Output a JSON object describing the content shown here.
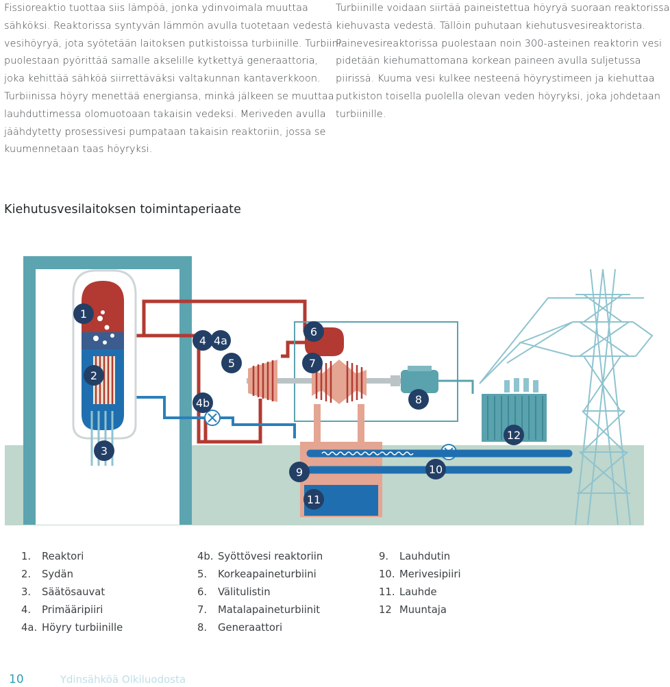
{
  "text": {
    "left_column": [
      "Fissioreaktio tuottaa siis lämpöä, jonka ydinvoimala muuttaa",
      "sähköksi. Reaktorissa syntyvän lämmön avulla tuotetaan vedestä",
      "vesihöyryä, jota syötetään laitoksen putkistoissa turbiinille. Turbiini",
      "puolestaan pyörittää samalle akselille kytkettyä generaattoria,",
      "joka kehittää sähköä siirrettäväksi valtakunnan kantaverkkoon.",
      "Turbiinissa höyry menettää energiansa, minkä jälkeen se muuttaa",
      "lauhduttimessa olomuotoaan takaisin vedeksi. Meriveden avulla",
      "jäähdytetty prosessivesi pumpataan takaisin reaktoriin, jossa se",
      "kuumennetaan taas höyryksi."
    ],
    "right_column": [
      "Turbiinille voidaan siirtää paineistettua höyryä suoraan reaktorissa",
      "kiehuvasta vedestä. Tällöin puhutaan kiehutusvesireaktorista.",
      "Painevesireaktorissa puolestaan noin 300-asteinen reaktorin vesi",
      "pidetään kiehumattomana korkean paineen avulla suljetussa",
      "piirissä. Kuuma vesi kulkee nesteenä höyrystimeen ja kiehuttaa",
      "putkiston toisella puolella olevan veden höyryksi, joka johdetaan",
      "turbiinille."
    ]
  },
  "diagram": {
    "title": "Kiehutusvesilaitoksen toimintaperiaate",
    "badges": [
      "1",
      "2",
      "3",
      "4",
      "4a",
      "4b",
      "5",
      "6",
      "7",
      "8",
      "9",
      "10",
      "11",
      "12"
    ],
    "colors": {
      "containment": "#5ba4b0",
      "steam_red": "#b23a32",
      "water_blue": "#1f6fb0",
      "ground": "#bfd7cc",
      "condensate_pink": "#e4a592",
      "generator_teal": "#5aa2ad",
      "badge_navy": "#233f66",
      "pylon": "#8ec3cf"
    }
  },
  "legend": [
    [
      {
        "num": "1.",
        "label": "Reaktori"
      },
      {
        "num": "2.",
        "label": "Sydän"
      },
      {
        "num": "3.",
        "label": "Säätösauvat"
      },
      {
        "num": "4.",
        "label": "Primääripiiri"
      },
      {
        "num": "4a.",
        "label": "Höyry turbiinille"
      }
    ],
    [
      {
        "num": "4b.",
        "label": "Syöttövesi reaktoriin"
      },
      {
        "num": "5.",
        "label": "Korkeapaineturbiini"
      },
      {
        "num": "6.",
        "label": "Välitulistin"
      },
      {
        "num": "7.",
        "label": "Matalapaineturbiinit"
      },
      {
        "num": "8.",
        "label": "Generaattori"
      }
    ],
    [
      {
        "num": "9.",
        "label": "Lauhdutin"
      },
      {
        "num": "10.",
        "label": "Merivesipiiri"
      },
      {
        "num": "11.",
        "label": "Lauhde"
      },
      {
        "num": "12",
        "label": "Muuntaja"
      }
    ]
  ],
  "footer": {
    "page_number": "10",
    "publication": "Ydinsähköä Olkiluodosta"
  }
}
